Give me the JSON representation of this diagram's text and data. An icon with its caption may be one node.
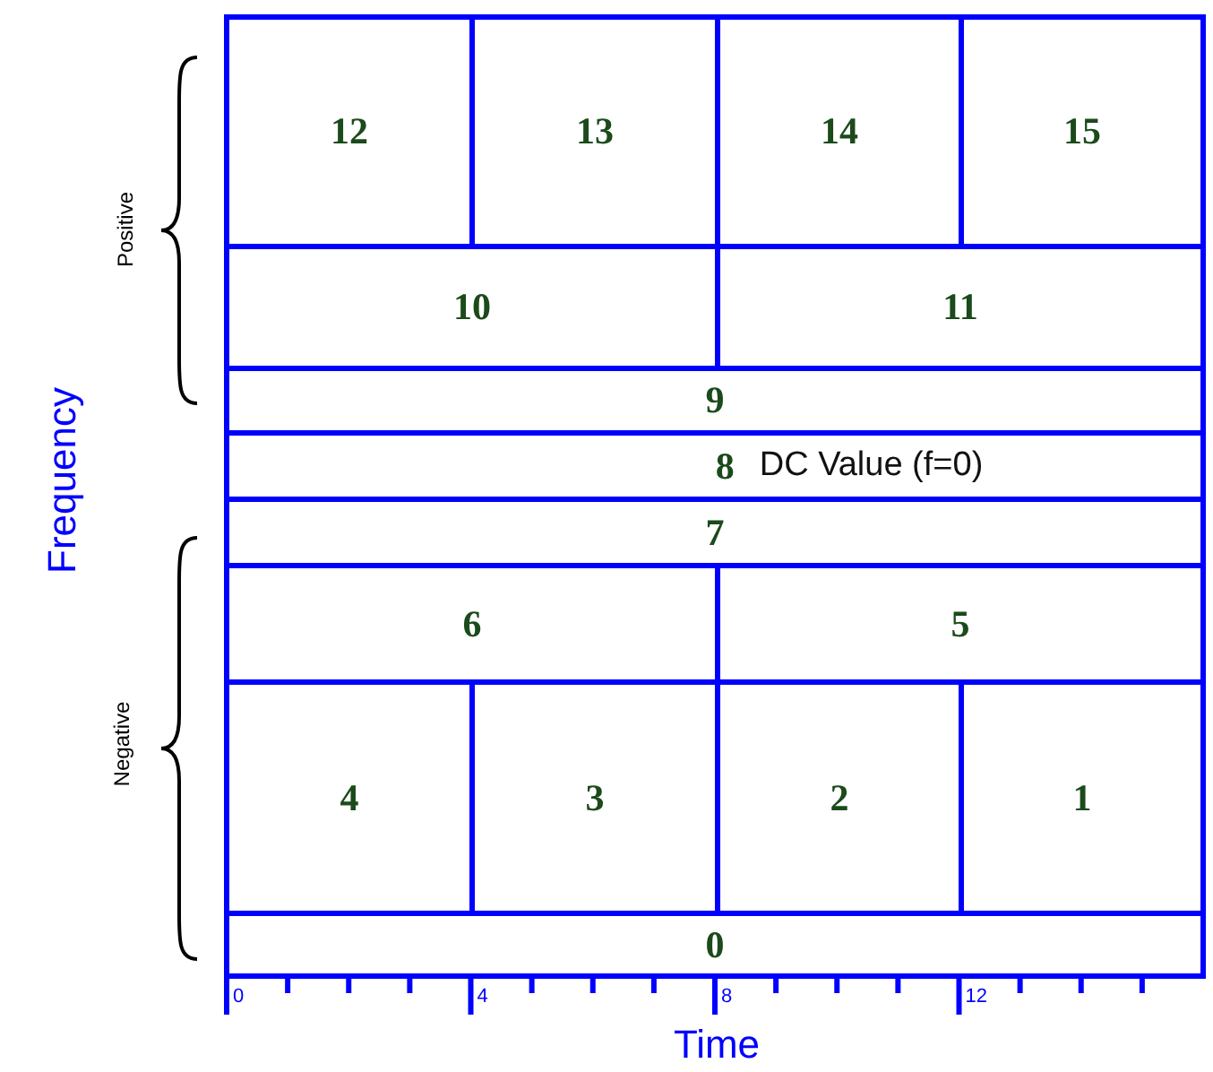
{
  "diagram": {
    "nodes": [
      {
        "text": [
          "12"
        ]
      },
      {
        "text": [
          "13"
        ]
      },
      {
        "text": [
          "14"
        ]
      },
      {
        "text": [
          "15"
        ]
      },
      {
        "text": [
          "10"
        ]
      },
      {
        "text": [
          "11"
        ]
      },
      {
        "text": [
          "9"
        ]
      },
      {
        "text": [
          "8",
          "DC Value (f=0)"
        ]
      },
      {
        "text": [
          "7"
        ]
      },
      {
        "text": [
          "6"
        ]
      },
      {
        "text": [
          "5"
        ]
      },
      {
        "text": [
          "4"
        ]
      },
      {
        "text": [
          "3"
        ]
      },
      {
        "text": [
          "2"
        ]
      },
      {
        "text": [
          "1"
        ]
      },
      {
        "text": [
          "0"
        ]
      }
    ],
    "edges": [],
    "labels": [
      "Positive",
      "Frequency",
      "Negative",
      "0",
      "4",
      "8",
      "12",
      "Time"
    ]
  }
}
